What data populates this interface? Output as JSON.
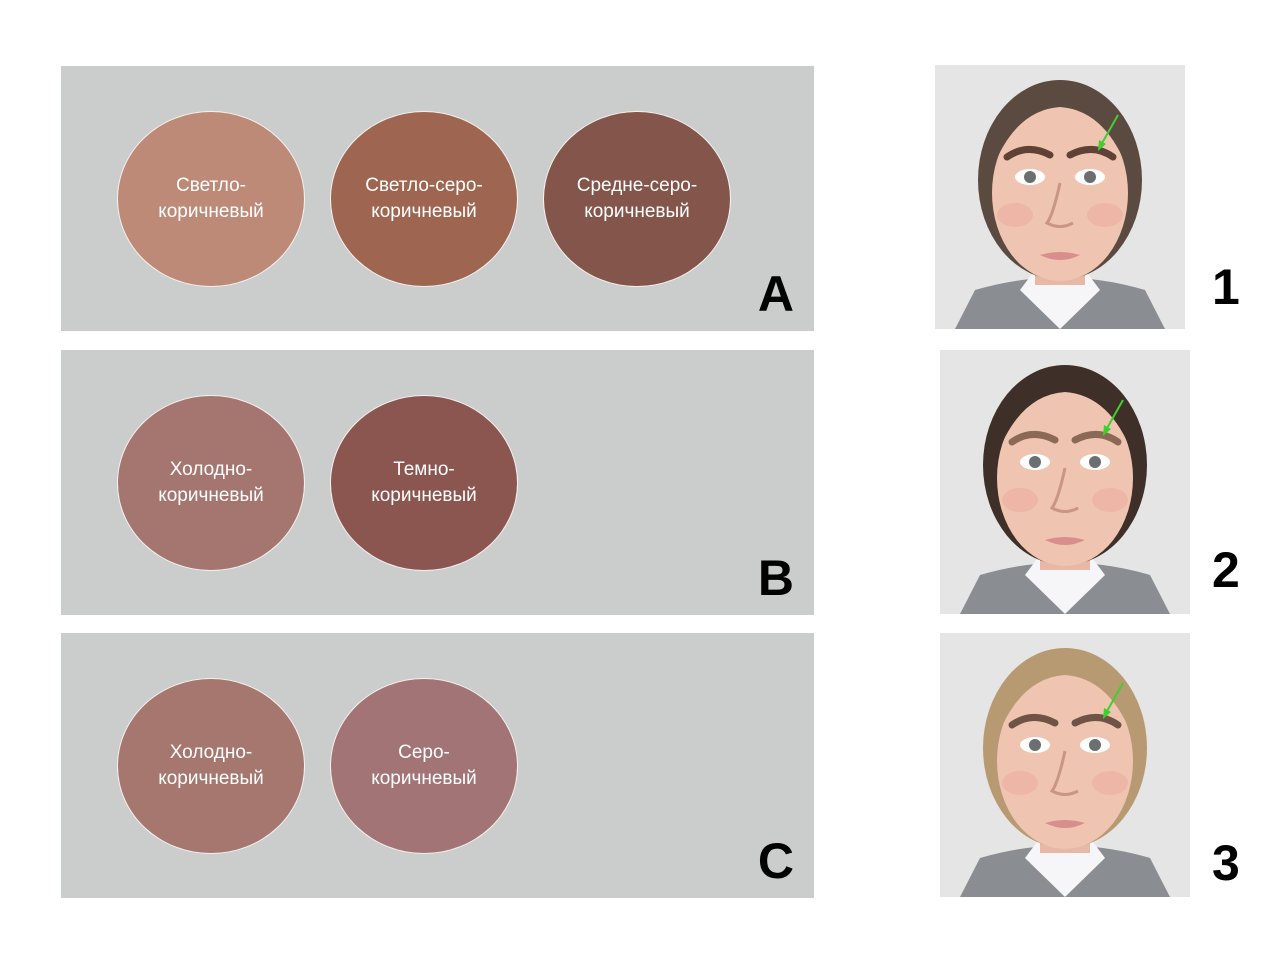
{
  "panels": [
    {
      "letter": "A",
      "swatches": [
        {
          "line1": "Светло-",
          "line2": "коричневый",
          "color": "#bd8a78"
        },
        {
          "line1": "Светло-серо-",
          "line2": "коричневый",
          "color": "#9e6650"
        },
        {
          "line1": "Средне-серо-",
          "line2": "коричневый",
          "color": "#84554a"
        }
      ]
    },
    {
      "letter": "B",
      "swatches": [
        {
          "line1": "Холодно-",
          "line2": "коричневый",
          "color": "#a5766f"
        },
        {
          "line1": "Темно-",
          "line2": "коричневый",
          "color": "#8b5550"
        }
      ]
    },
    {
      "letter": "C",
      "swatches": [
        {
          "line1": "Холодно-",
          "line2": "коричневый",
          "color": "#a5776f"
        },
        {
          "line1": "Серо-",
          "line2": "коричневый",
          "color": "#a27476"
        }
      ]
    }
  ],
  "photos": [
    {
      "number": "1",
      "hair_color": "#5a4a40",
      "brow_color": "#5e4236"
    },
    {
      "number": "2",
      "hair_color": "#3e3029",
      "brow_color": "#8a6a55"
    },
    {
      "number": "3",
      "hair_color": "#b89a72",
      "brow_color": "#6f5446"
    }
  ],
  "arrow_color": "#3fcf2f"
}
